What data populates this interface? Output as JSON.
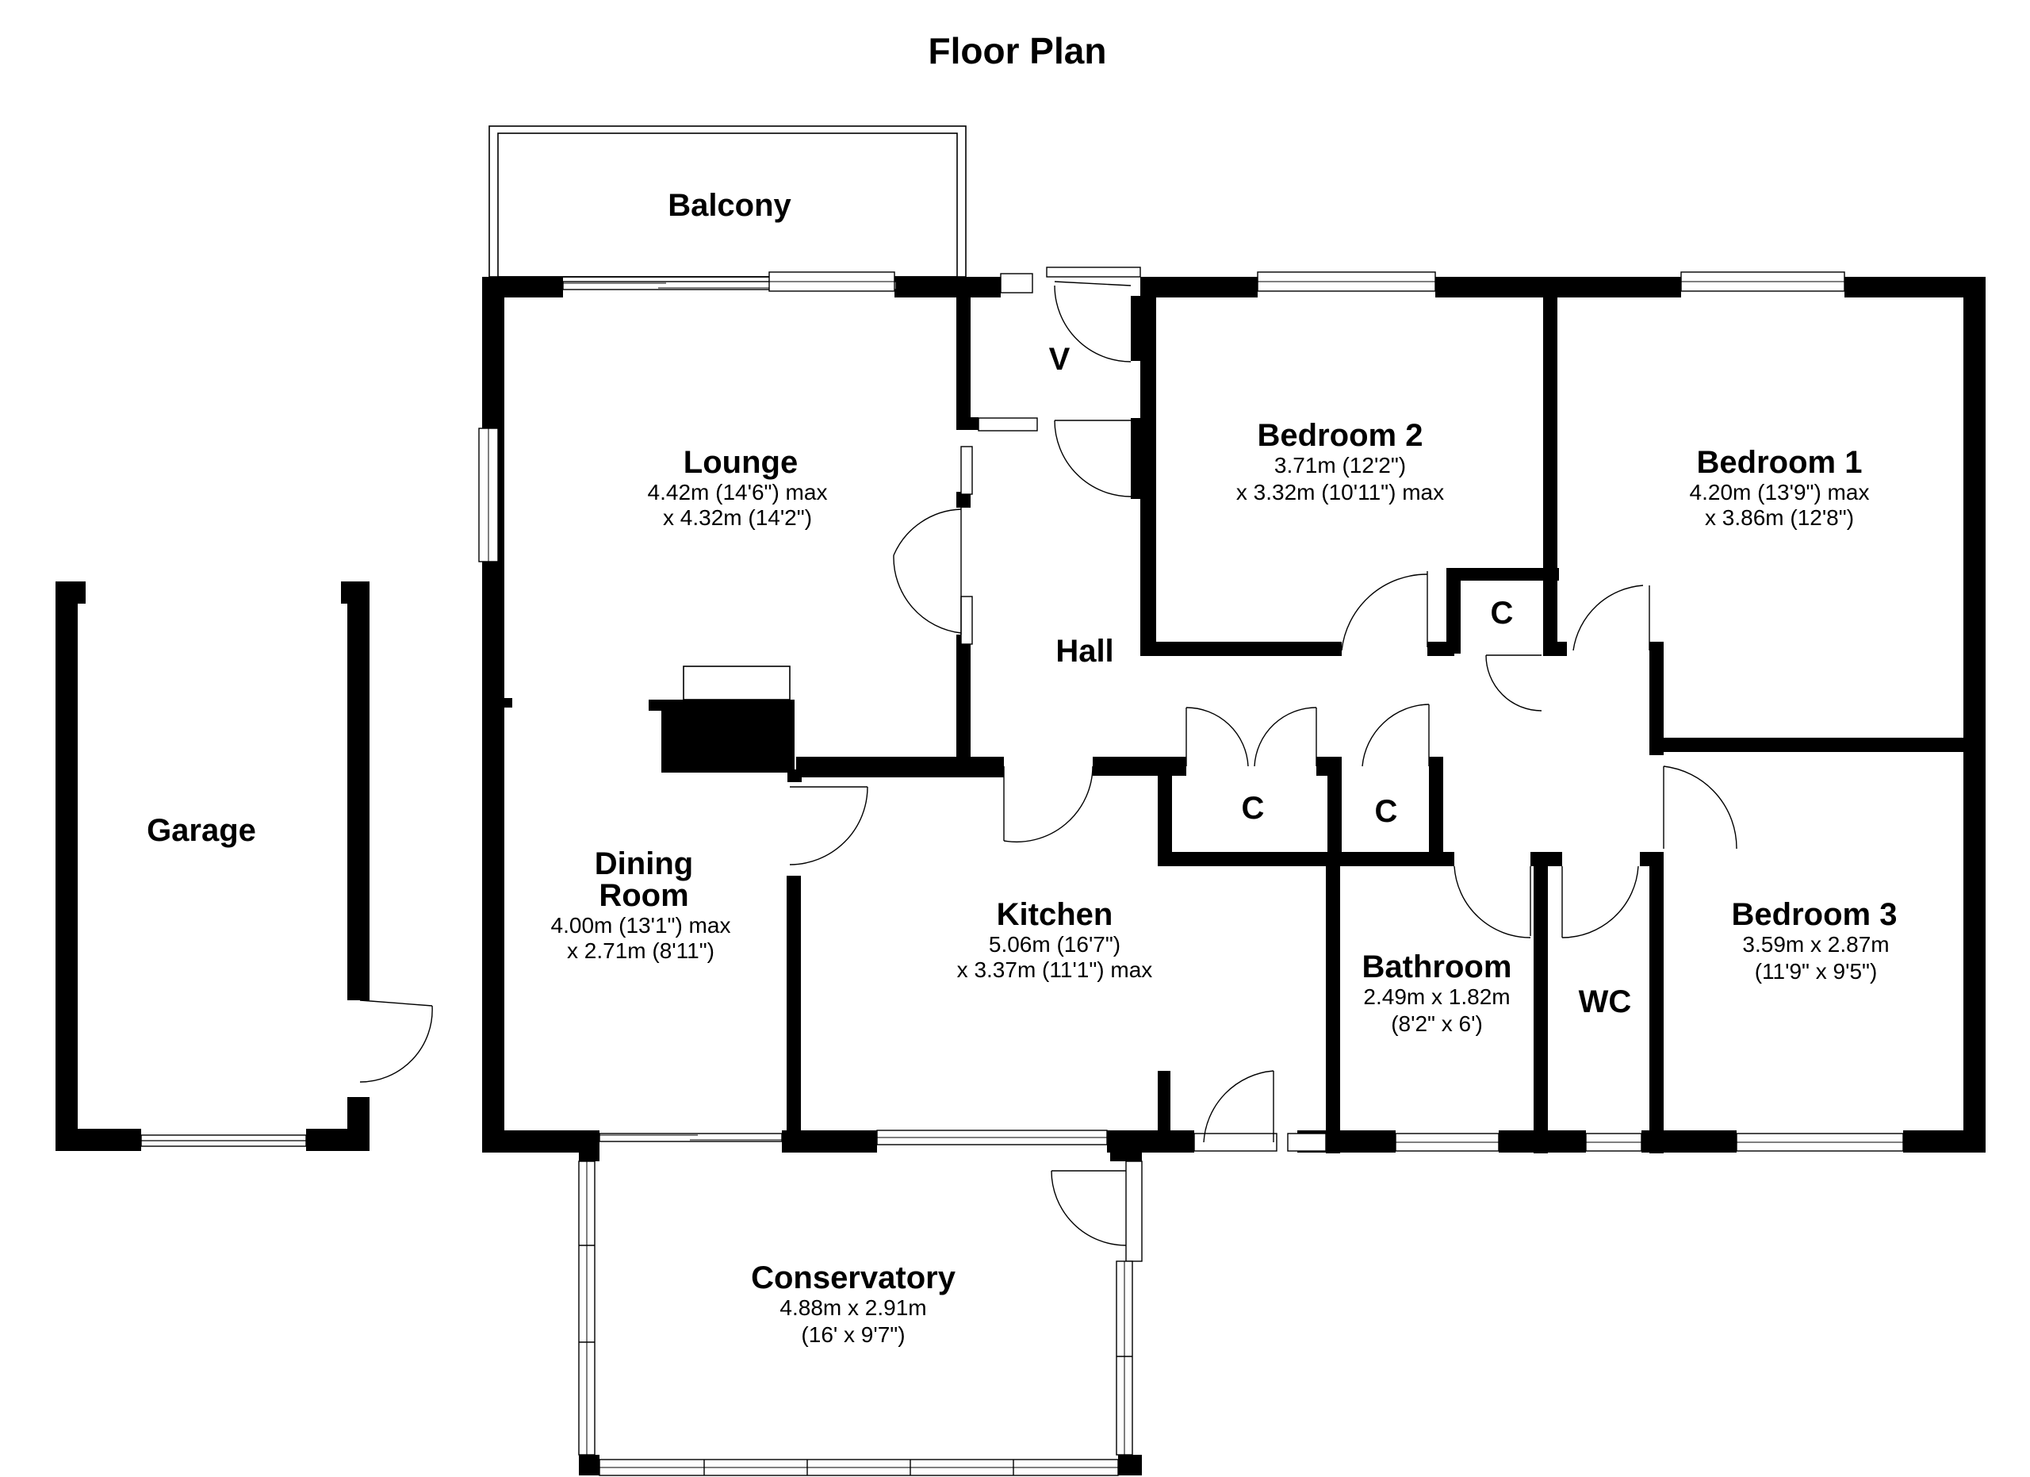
{
  "title": "Floor Plan",
  "rooms": {
    "balcony": {
      "name": "Balcony"
    },
    "lounge": {
      "name": "Lounge",
      "dim1": "4.42m (14'6\") max",
      "dim2": "x 4.32m (14'2\")"
    },
    "vestibule": {
      "name": "V"
    },
    "bedroom2": {
      "name": "Bedroom 2",
      "dim1": "3.71m (12'2\")",
      "dim2": "x 3.32m (10'11\") max"
    },
    "bedroom1": {
      "name": "Bedroom 1",
      "dim1": "4.20m (13'9\") max",
      "dim2": "x 3.86m (12'8\")"
    },
    "cupboard_bed": {
      "name": "C"
    },
    "hall": {
      "name": "Hall"
    },
    "garage": {
      "name": "Garage"
    },
    "cupboard1": {
      "name": "C"
    },
    "cupboard2": {
      "name": "C"
    },
    "dining": {
      "name1": "Dining",
      "name2": "Room",
      "dim1": "4.00m (13'1\") max",
      "dim2": "x 2.71m (8'11\")"
    },
    "kitchen": {
      "name": "Kitchen",
      "dim1": "5.06m (16'7\")",
      "dim2": "x 3.37m (11'1\") max"
    },
    "bathroom": {
      "name": "Bathroom",
      "dim1": "2.49m x 1.82m",
      "dim2": "(8'2\" x 6')"
    },
    "wc": {
      "name": "WC"
    },
    "bedroom3": {
      "name": "Bedroom 3",
      "dim1": "3.59m x 2.87m",
      "dim2": "(11'9\" x 9'5\")"
    },
    "conservatory": {
      "name": "Conservatory",
      "dim1": "4.88m x 2.91m",
      "dim2": "(16' x 9'7\")"
    }
  }
}
